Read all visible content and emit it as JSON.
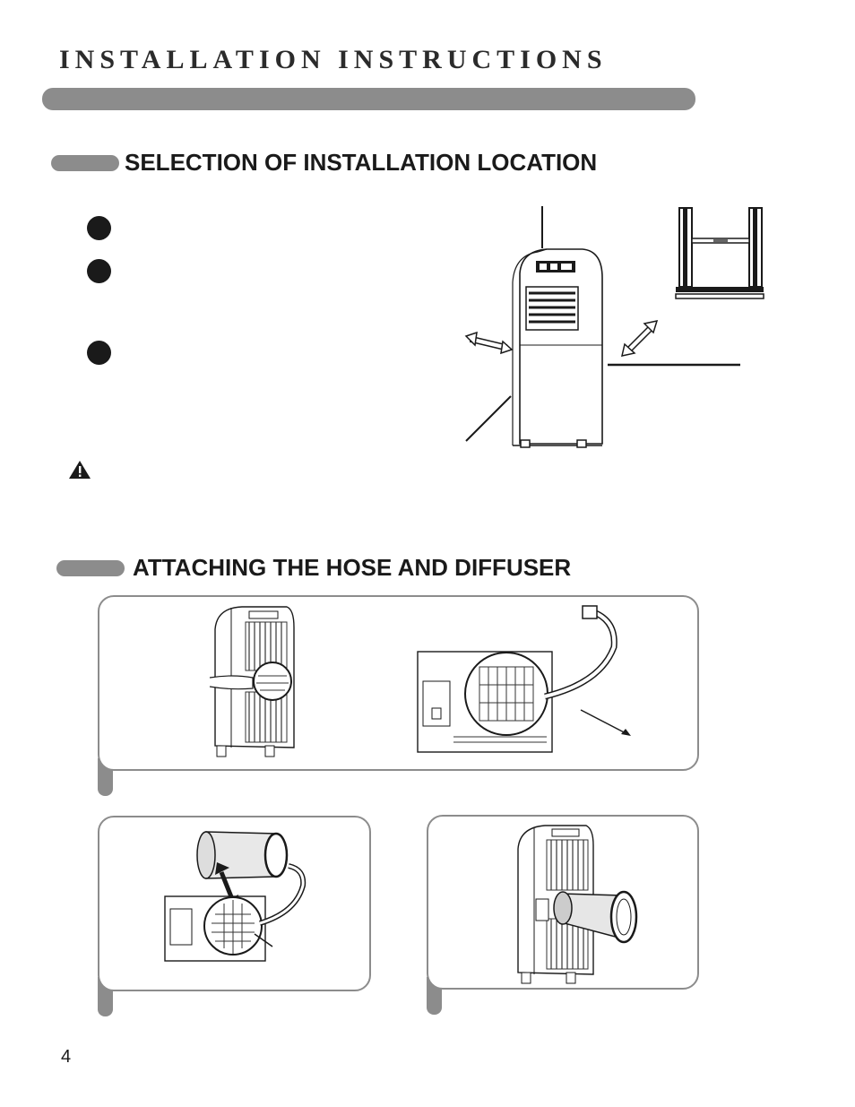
{
  "header": {
    "title": "INSTALLATION INSTRUCTIONS"
  },
  "section1": {
    "heading": "SELECTION OF INSTALLATION LOCATION"
  },
  "section2": {
    "heading": "ATTACHING THE HOSE AND DIFFUSER"
  },
  "icons": {
    "warning": "warning-triangle-icon",
    "bullet": "bullet-dot-icon"
  },
  "colors": {
    "bar_gray": "#8c8c8c",
    "ink": "#1a1a1a"
  },
  "footer": {
    "page_number": "4"
  }
}
